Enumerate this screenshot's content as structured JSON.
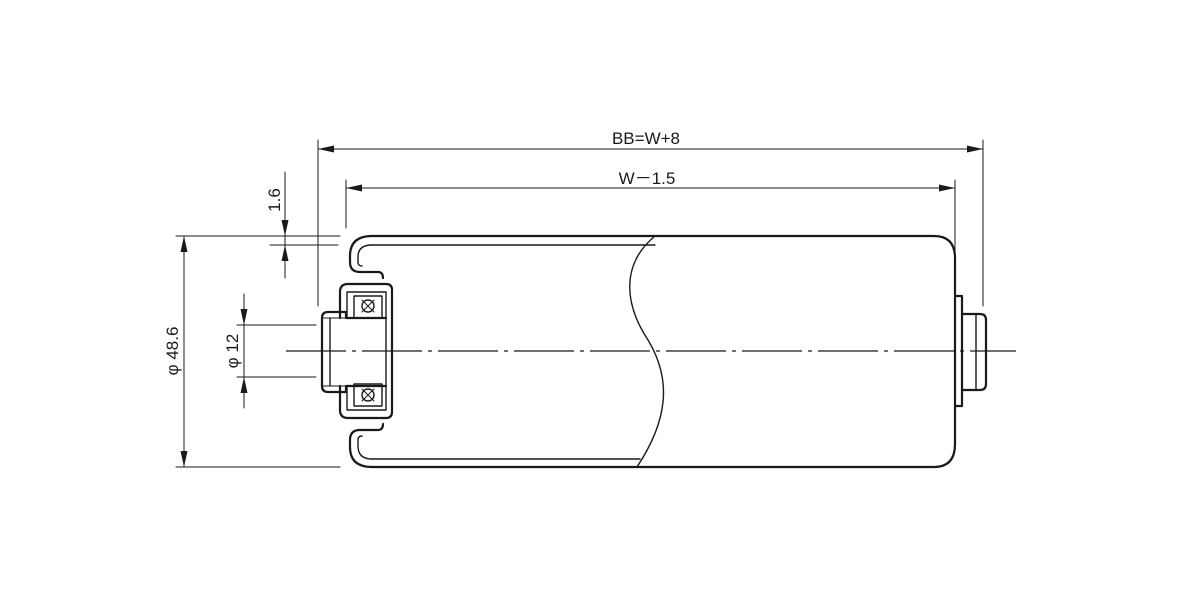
{
  "dimensions": {
    "overall_length": "BB=W+8",
    "tube_length": "W－1.5",
    "wall_thickness": "1.6",
    "shaft_diameter": "φ 12",
    "roller_diameter": "φ 48.6"
  },
  "colors": {
    "line": "#1a1a1a",
    "background": "#ffffff"
  }
}
